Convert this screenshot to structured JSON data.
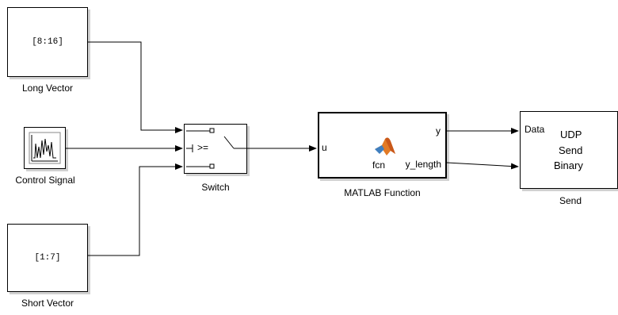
{
  "blocks": {
    "long_vector": {
      "value": "[8:16]",
      "label": "Long Vector"
    },
    "control_signal": {
      "label": "Control Signal"
    },
    "short_vector": {
      "value": "[1:7]",
      "label": "Short Vector"
    },
    "switch": {
      "criteria": ">=",
      "label": "Switch"
    },
    "matlab_function": {
      "in_port": "u",
      "out_port_1": "y",
      "out_port_2": "y_length",
      "body": "fcn",
      "label": "MATLAB Function"
    },
    "send": {
      "in_port": "Data",
      "line1": "UDP",
      "line2": "Send",
      "line3": "Binary",
      "label": "Send"
    }
  }
}
